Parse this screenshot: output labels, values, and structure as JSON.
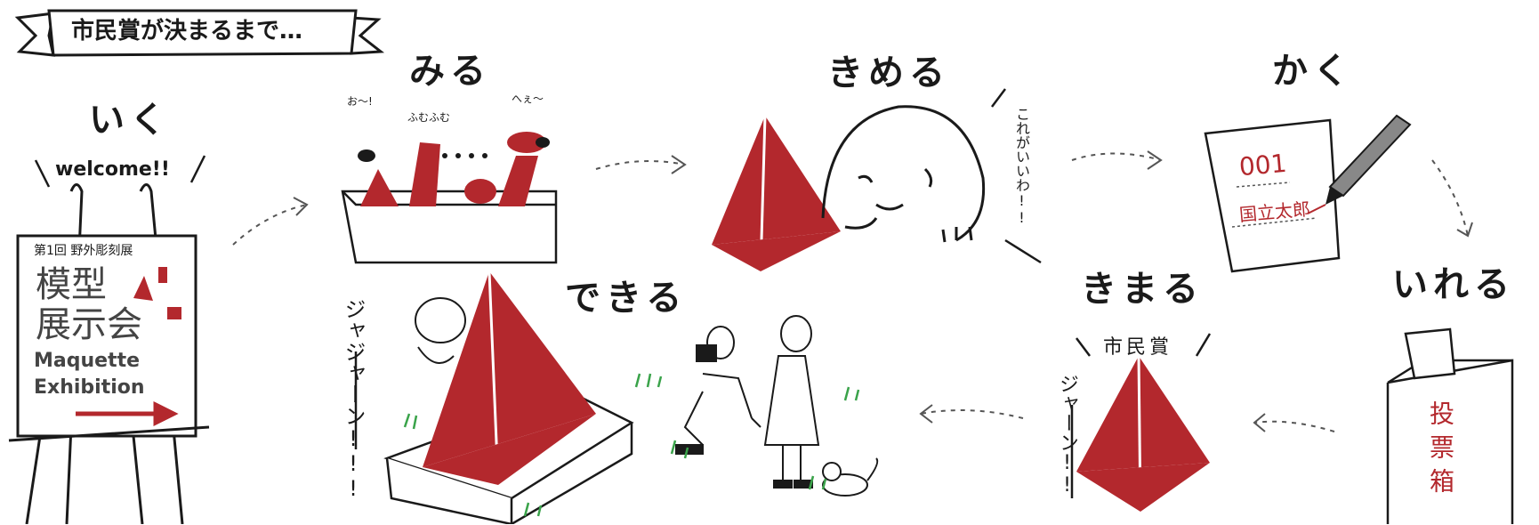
{
  "banner": {
    "title": "市民賞が決まるまで…"
  },
  "steps": {
    "iku": "いく",
    "miru": "みる",
    "kimeru": "きめる",
    "kaku": "かく",
    "ireru": "いれる",
    "kimaru": "きまる",
    "dekiru": "できる"
  },
  "sign": {
    "welcome": "welcome!!",
    "edition": "第1回 野外彫刻展",
    "title_line1": "模型",
    "title_line2": "展示会",
    "english_line1": "Maquette",
    "english_line2": "Exhibition"
  },
  "viewers": {
    "exclaim_left": "お〜!",
    "exclaim_middle": "ふむふむ",
    "exclaim_right": "へぇ〜"
  },
  "decide": {
    "speech": "これがいいわ!!"
  },
  "ballot": {
    "number": "001",
    "name": "国立太郎"
  },
  "ballot_box": {
    "label": "投票箱"
  },
  "result": {
    "award_label": "市民賞",
    "fanfare": "ジャーン!!"
  },
  "complete": {
    "fanfare": "ジャジャーン!!!"
  },
  "colors": {
    "accent_red": "#b3282d",
    "ink": "#1a1a1a",
    "grass": "#3aa34a"
  }
}
